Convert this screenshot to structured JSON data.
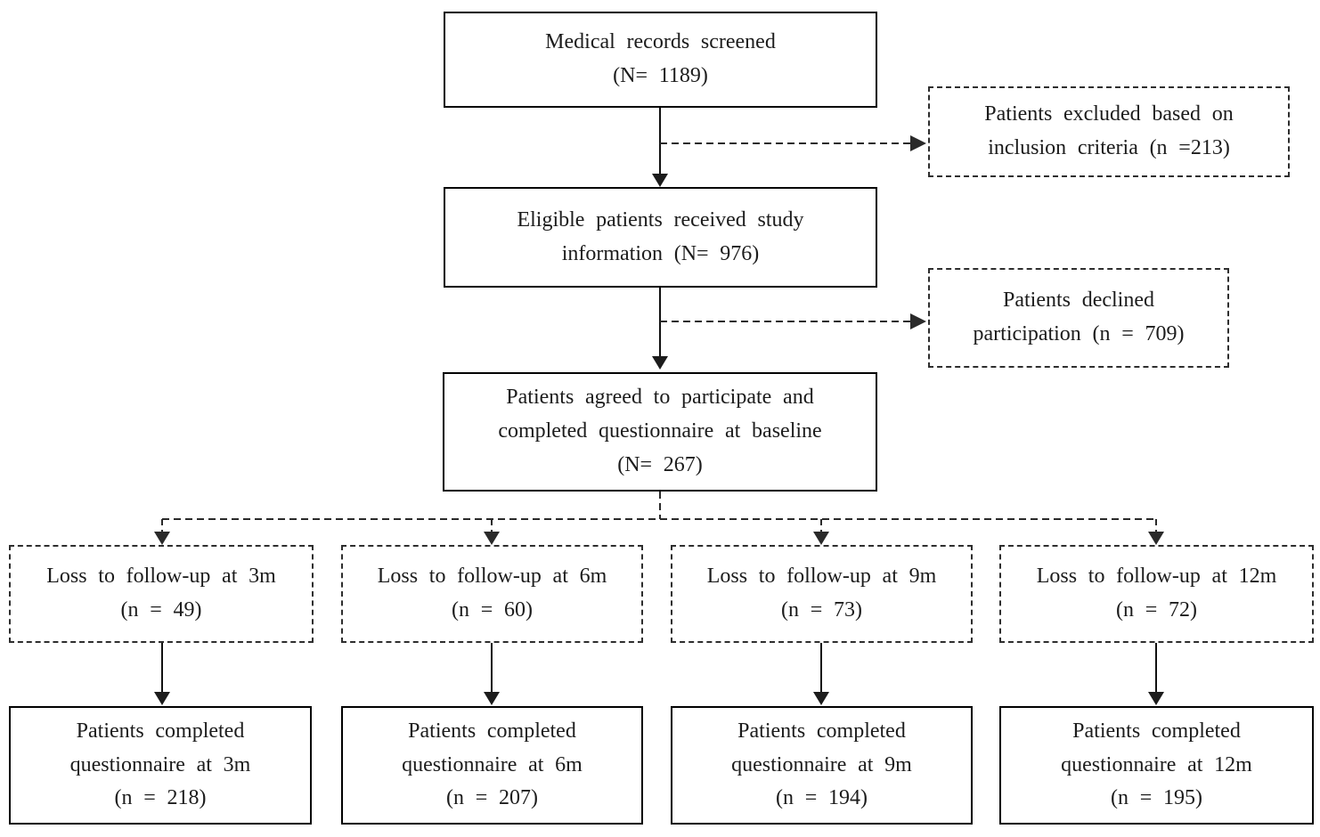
{
  "nodes": {
    "screened": {
      "lines": [
        "Medical records screened",
        "(N= 1189)"
      ]
    },
    "excluded": {
      "lines": [
        "Patients excluded based on",
        "inclusion criteria (n =213)"
      ]
    },
    "eligible": {
      "lines": [
        "Eligible patients received study",
        "information (N= 976)"
      ]
    },
    "declined": {
      "lines": [
        "Patients declined",
        "participation (n = 709)"
      ]
    },
    "baseline": {
      "lines": [
        "Patients agreed to participate and",
        "completed questionnaire at baseline",
        "(N= 267)"
      ]
    },
    "loss_3m": {
      "lines": [
        "Loss to follow-up at 3m",
        "(n = 49)"
      ]
    },
    "loss_6m": {
      "lines": [
        "Loss to follow-up at 6m",
        "(n = 60)"
      ]
    },
    "loss_9m": {
      "lines": [
        "Loss to follow-up at 9m",
        "(n = 73)"
      ]
    },
    "loss_12m": {
      "lines": [
        "Loss to follow-up at 12m",
        "(n = 72)"
      ]
    },
    "completed_3m": {
      "lines": [
        "Patients completed",
        "questionnaire at 3m",
        "(n = 218)"
      ]
    },
    "completed_6m": {
      "lines": [
        "Patients completed",
        "questionnaire at 6m",
        "(n = 207)"
      ]
    },
    "completed_9m": {
      "lines": [
        "Patients completed",
        "questionnaire at 9m",
        "(n = 194)"
      ]
    },
    "completed_12m": {
      "lines": [
        "Patients completed",
        "questionnaire at 12m",
        "(n = 195)"
      ]
    }
  },
  "counts": {
    "screened": 1189,
    "excluded": 213,
    "eligible": 976,
    "declined": 709,
    "baseline": 267,
    "loss": {
      "3m": 49,
      "6m": 60,
      "9m": 73,
      "12m": 72
    },
    "completed": {
      "3m": 218,
      "6m": 207,
      "9m": 194,
      "12m": 195
    }
  },
  "edges": [
    {
      "from": "screened",
      "to": "eligible",
      "style": "solid"
    },
    {
      "from": "screened",
      "to": "excluded",
      "style": "dashed"
    },
    {
      "from": "eligible",
      "to": "baseline",
      "style": "solid"
    },
    {
      "from": "eligible",
      "to": "declined",
      "style": "dashed"
    },
    {
      "from": "baseline",
      "to": "loss_3m",
      "style": "dashed"
    },
    {
      "from": "baseline",
      "to": "loss_6m",
      "style": "dashed"
    },
    {
      "from": "baseline",
      "to": "loss_9m",
      "style": "dashed"
    },
    {
      "from": "baseline",
      "to": "loss_12m",
      "style": "dashed"
    },
    {
      "from": "loss_3m",
      "to": "completed_3m",
      "style": "solid"
    },
    {
      "from": "loss_6m",
      "to": "completed_6m",
      "style": "solid"
    },
    {
      "from": "loss_9m",
      "to": "completed_9m",
      "style": "solid"
    },
    {
      "from": "loss_12m",
      "to": "completed_12m",
      "style": "solid"
    }
  ],
  "colors": {
    "background": "#ffffff",
    "solid_border": "#000000",
    "dashed_border": "#2e2e2e",
    "text": "#1c1c1c",
    "arrow": "#2a2a2a"
  }
}
